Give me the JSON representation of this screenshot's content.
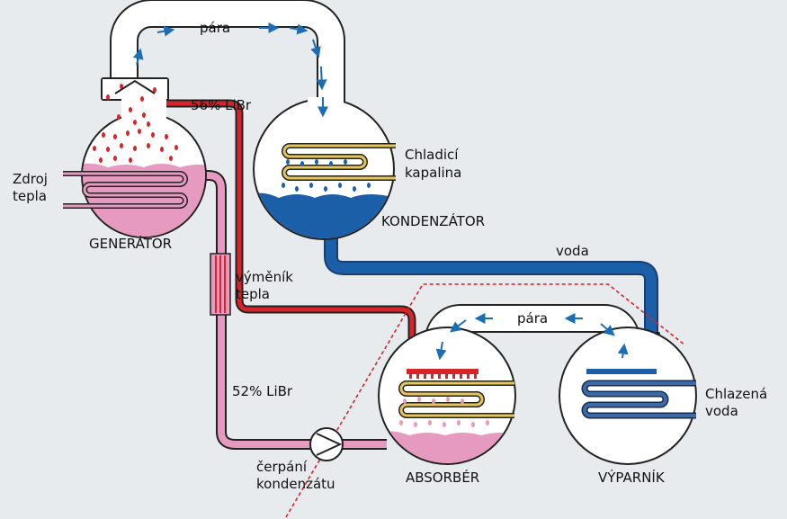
{
  "labels": {
    "para_top": "pára",
    "libr56": "56% LiBr",
    "chladici1": "Chladicí",
    "chladici2": "kapalina",
    "zdroj1": "Zdroj",
    "zdroj2": "tepla",
    "generator": "GENERÁTOR",
    "kondenzator": "KONDENZÁTOR",
    "voda": "voda",
    "vymenik1": "výměník",
    "vymenik2": "tepla",
    "para_mid": "pára",
    "chlazena1": "Chlazená",
    "chlazena2": "voda",
    "libr52": "52% LiBr",
    "cerpani1": "čerpání",
    "cerpani2": "kondenzátu",
    "absorber": "ABSORBÉR",
    "vyparnik": "VÝPARNÍK"
  },
  "colors": {
    "background": "#e7ebee",
    "vessel": "#ffffff",
    "outline": "#222222",
    "strong_solution": "#d8232a",
    "weak_solution": "#e69ac0",
    "water": "#1a5fa8",
    "coil": "#e6c65a",
    "chilled_coil": "#3a6aa8",
    "arrow": "#1b6db5",
    "dashed": "#d8232a"
  },
  "icons": {
    "pump": "pump-icon",
    "arrows": "arrow-icon"
  }
}
